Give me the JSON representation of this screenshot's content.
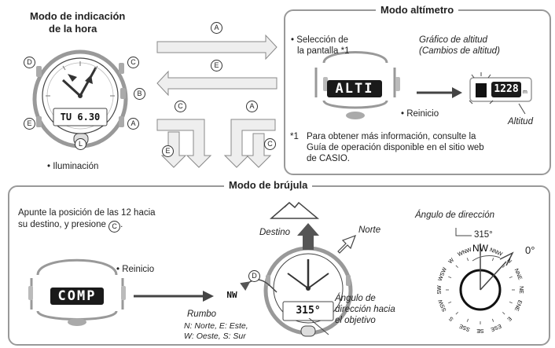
{
  "timekeeping": {
    "title_line1": "Modo de indicación",
    "title_line2": "de la hora",
    "lcd": "TU 6.30",
    "illumination": "• Iluminación",
    "btn_a": "A",
    "btn_b": "B",
    "btn_c": "C",
    "btn_d": "D",
    "btn_e": "E",
    "btn_l": "L"
  },
  "arrows": {
    "top_a": "A",
    "top_e": "E",
    "left_c": "C",
    "left_e": "E",
    "right_a": "A",
    "right_c": "C"
  },
  "altimeter": {
    "title": "Modo altímetro",
    "select_line1": "• Selección de",
    "select_line2": "la pantalla *1",
    "lcd": "ALTI",
    "reset": "• Reinicio",
    "graph_line1": "Gráfico de altitud",
    "graph_line2": "(Cambios de altitud)",
    "alt_value": "1228",
    "alt_unit": "m",
    "alt_label": "Altitud",
    "note_mark": "*1",
    "note_line1": "Para obtener más información, consulte la",
    "note_line2": "Guía de operación disponible en el sitio web",
    "note_line3": "de CASIO."
  },
  "compass": {
    "title": "Modo de brújula",
    "instr_line1": "Apunte la posición de las 12 hacia",
    "instr_line2": "su destino, y presione",
    "instr_btn": "C",
    "instr_end": ".",
    "reset": "• Reinicio",
    "lcd": "COMP",
    "heading_glyph": "NW",
    "rumbo": "Rumbo",
    "legend_line1": "N: Norte, E: Este,",
    "legend_line2": "W: Oeste, S: Sur",
    "btn_d": "D",
    "destination": "Destino",
    "north": "Norte",
    "watch_lcd": "315°",
    "target_line1": "Ángulo de",
    "target_line2": "dirección hacia",
    "target_line3": "el objetivo",
    "dir_angle_label": "Ángulo de dirección",
    "dir_angle_value": "315°",
    "zero": "0°",
    "rose_labels": [
      "N",
      "NNE",
      "NE",
      "ENE",
      "E",
      "ESE",
      "SE",
      "SSE",
      "S",
      "SSW",
      "SW",
      "WSW",
      "W",
      "WNW",
      "NW",
      "NNW"
    ]
  }
}
